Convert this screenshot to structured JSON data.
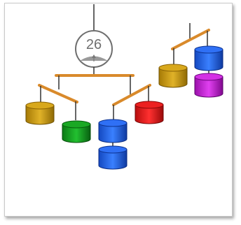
{
  "scale": {
    "reading": "26"
  },
  "colors": {
    "beam": "#d98a2b",
    "string": "#333333",
    "gold": "#c99a10",
    "green": "#119a1e",
    "blue": "#1f63ea",
    "red": "#e01818",
    "purple": "#c41bd6"
  },
  "mobile_left": {
    "weights": [
      "gold",
      "green",
      "blue",
      "blue",
      "red"
    ]
  },
  "mobile_right": {
    "weights": [
      "gold",
      "blue",
      "purple"
    ]
  }
}
